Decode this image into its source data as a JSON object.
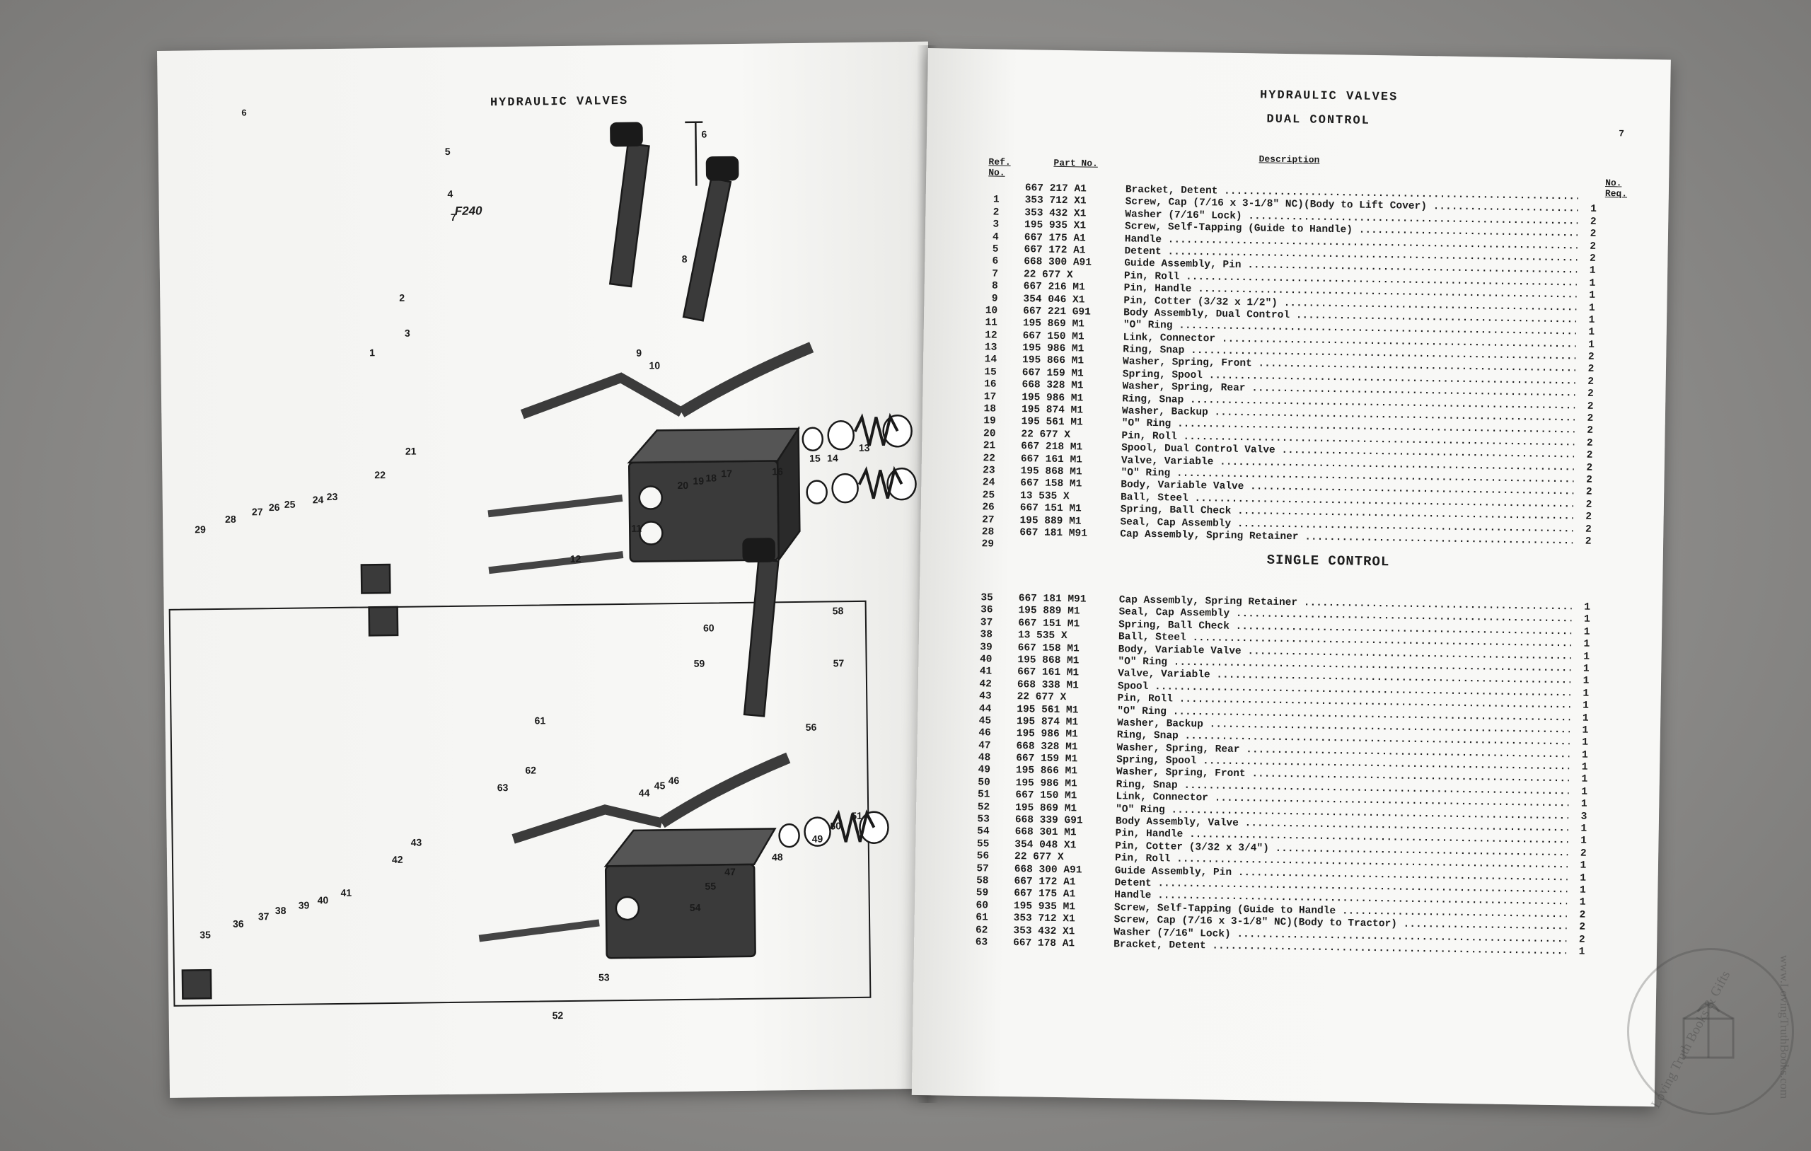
{
  "left_page": {
    "page_number": "6",
    "header": "HYDRAULIC VALVES",
    "figure_label": "F240",
    "callouts": [
      "1",
      "2",
      "3",
      "4",
      "5",
      "6",
      "7",
      "8",
      "9",
      "10",
      "11",
      "12",
      "13",
      "14",
      "15",
      "16",
      "17",
      "18",
      "19",
      "20",
      "21",
      "22",
      "23",
      "24",
      "25",
      "26",
      "27",
      "28",
      "29",
      "35",
      "36",
      "37",
      "38",
      "39",
      "40",
      "41",
      "42",
      "43",
      "44",
      "45",
      "46",
      "47",
      "48",
      "49",
      "50",
      "51",
      "52",
      "53",
      "54",
      "55",
      "56",
      "57",
      "58",
      "59",
      "60",
      "61",
      "62",
      "63"
    ]
  },
  "right_page": {
    "page_number": "7",
    "header": "HYDRAULIC VALVES",
    "subheader": "DUAL CONTROL",
    "col_ref": "Ref. No.",
    "col_part": "Part No.",
    "col_desc": "Description",
    "col_req": "No. Req.",
    "dual_rows": [
      {
        "ref": "",
        "part": "667 217 A1",
        "desc": "Bracket, Detent",
        "req": ""
      },
      {
        "ref": "1",
        "part": "353 712 X1",
        "desc": "Screw, Cap (7/16 x 3-1/8\" NC)(Body to Lift Cover)",
        "req": "1"
      },
      {
        "ref": "2",
        "part": "353 432 X1",
        "desc": "Washer (7/16\" Lock)",
        "req": "2"
      },
      {
        "ref": "3",
        "part": "195 935 X1",
        "desc": "Screw, Self-Tapping (Guide to Handle)",
        "req": "2"
      },
      {
        "ref": "4",
        "part": "667 175 A1",
        "desc": "Handle",
        "req": "2"
      },
      {
        "ref": "5",
        "part": "667 172 A1",
        "desc": "Detent",
        "req": "2"
      },
      {
        "ref": "6",
        "part": "668 300 A91",
        "desc": "Guide Assembly, Pin",
        "req": "1"
      },
      {
        "ref": "7",
        "part": "22 677 X",
        "desc": "Pin, Roll",
        "req": "1"
      },
      {
        "ref": "8",
        "part": "667 216 M1",
        "desc": "Pin, Handle",
        "req": "1"
      },
      {
        "ref": "9",
        "part": "354 046 X1",
        "desc": "Pin, Cotter (3/32 x 1/2\")",
        "req": "1"
      },
      {
        "ref": "10",
        "part": "667 221 G91",
        "desc": "Body Assembly, Dual Control",
        "req": "1"
      },
      {
        "ref": "11",
        "part": "195 869 M1",
        "desc": "\"O\" Ring",
        "req": "1"
      },
      {
        "ref": "12",
        "part": "667 150 M1",
        "desc": "Link, Connector",
        "req": "1"
      },
      {
        "ref": "13",
        "part": "195 986 M1",
        "desc": "Ring, Snap",
        "req": "2"
      },
      {
        "ref": "14",
        "part": "195 866 M1",
        "desc": "Washer, Spring, Front",
        "req": "2"
      },
      {
        "ref": "15",
        "part": "667 159 M1",
        "desc": "Spring, Spool",
        "req": "2"
      },
      {
        "ref": "16",
        "part": "668 328 M1",
        "desc": "Washer, Spring, Rear",
        "req": "2"
      },
      {
        "ref": "17",
        "part": "195 986 M1",
        "desc": "Ring, Snap",
        "req": "2"
      },
      {
        "ref": "18",
        "part": "195 874 M1",
        "desc": "Washer, Backup",
        "req": "2"
      },
      {
        "ref": "19",
        "part": "195 561 M1",
        "desc": "\"O\" Ring",
        "req": "2"
      },
      {
        "ref": "20",
        "part": "22 677 X",
        "desc": "Pin, Roll",
        "req": "2"
      },
      {
        "ref": "21",
        "part": "667 218 M1",
        "desc": "Spool, Dual Control Valve",
        "req": "2"
      },
      {
        "ref": "22",
        "part": "667 161 M1",
        "desc": "Valve, Variable",
        "req": "2"
      },
      {
        "ref": "23",
        "part": "195 868 M1",
        "desc": "\"O\" Ring",
        "req": "2"
      },
      {
        "ref": "24",
        "part": "667 158 M1",
        "desc": "Body, Variable Valve",
        "req": "2"
      },
      {
        "ref": "25",
        "part": "13 535 X",
        "desc": "Ball, Steel",
        "req": "2"
      },
      {
        "ref": "26",
        "part": "667 151 M1",
        "desc": "Spring, Ball Check",
        "req": "2"
      },
      {
        "ref": "27",
        "part": "195 889 M1",
        "desc": "Seal, Cap Assembly",
        "req": "2"
      },
      {
        "ref": "28",
        "part": "667 181 M91",
        "desc": "Cap Assembly, Spring Retainer",
        "req": "2"
      },
      {
        "ref": "29",
        "part": "",
        "desc": "",
        "req": ""
      }
    ],
    "single_title": "SINGLE CONTROL",
    "single_rows": [
      {
        "ref": "35",
        "part": "667 181 M91",
        "desc": "Cap Assembly, Spring Retainer",
        "req": "1"
      },
      {
        "ref": "36",
        "part": "195 889 M1",
        "desc": "Seal, Cap Assembly",
        "req": "1"
      },
      {
        "ref": "37",
        "part": "667 151 M1",
        "desc": "Spring, Ball Check",
        "req": "1"
      },
      {
        "ref": "38",
        "part": "13 535 X",
        "desc": "Ball, Steel",
        "req": "1"
      },
      {
        "ref": "39",
        "part": "667 158 M1",
        "desc": "Body, Variable Valve",
        "req": "1"
      },
      {
        "ref": "40",
        "part": "195 868 M1",
        "desc": "\"O\" Ring",
        "req": "1"
      },
      {
        "ref": "41",
        "part": "667 161 M1",
        "desc": "Valve, Variable",
        "req": "1"
      },
      {
        "ref": "42",
        "part": "668 338 M1",
        "desc": "Spool",
        "req": "1"
      },
      {
        "ref": "43",
        "part": "22 677 X",
        "desc": "Pin, Roll",
        "req": "1"
      },
      {
        "ref": "44",
        "part": "195 561 M1",
        "desc": "\"O\" Ring",
        "req": "1"
      },
      {
        "ref": "45",
        "part": "195 874 M1",
        "desc": "Washer, Backup",
        "req": "1"
      },
      {
        "ref": "46",
        "part": "195 986 M1",
        "desc": "Ring, Snap",
        "req": "1"
      },
      {
        "ref": "47",
        "part": "668 328 M1",
        "desc": "Washer, Spring, Rear",
        "req": "1"
      },
      {
        "ref": "48",
        "part": "667 159 M1",
        "desc": "Spring, Spool",
        "req": "1"
      },
      {
        "ref": "49",
        "part": "195 866 M1",
        "desc": "Washer, Spring, Front",
        "req": "1"
      },
      {
        "ref": "50",
        "part": "195 986 M1",
        "desc": "Ring, Snap",
        "req": "1"
      },
      {
        "ref": "51",
        "part": "667 150 M1",
        "desc": "Link, Connector",
        "req": "1"
      },
      {
        "ref": "52",
        "part": "195 869 M1",
        "desc": "\"O\" Ring",
        "req": "3"
      },
      {
        "ref": "53",
        "part": "668 339 G91",
        "desc": "Body Assembly, Valve",
        "req": "1"
      },
      {
        "ref": "54",
        "part": "668 301 M1",
        "desc": "Pin, Handle",
        "req": "1"
      },
      {
        "ref": "55",
        "part": "354 048 X1",
        "desc": "Pin, Cotter (3/32 x 3/4\")",
        "req": "2"
      },
      {
        "ref": "56",
        "part": "22 677 X",
        "desc": "Pin, Roll",
        "req": "1"
      },
      {
        "ref": "57",
        "part": "668 300 A91",
        "desc": "Guide Assembly, Pin",
        "req": "1"
      },
      {
        "ref": "58",
        "part": "667 172 A1",
        "desc": "Detent",
        "req": "1"
      },
      {
        "ref": "59",
        "part": "667 175 A1",
        "desc": "Handle",
        "req": "1"
      },
      {
        "ref": "60",
        "part": "195 935 M1",
        "desc": "Screw, Self-Tapping (Guide to Handle",
        "req": "2"
      },
      {
        "ref": "61",
        "part": "353 712 X1",
        "desc": "Screw, Cap (7/16 x 3-1/8\" NC)(Body to Tractor)",
        "req": "2"
      },
      {
        "ref": "62",
        "part": "353 432 X1",
        "desc": "Washer (7/16\" Lock)",
        "req": "2"
      },
      {
        "ref": "63",
        "part": "667 178 A1",
        "desc": "Bracket, Detent",
        "req": "1"
      }
    ]
  },
  "watermark": {
    "text_arc": "Loving Truth Books & Gifts",
    "url": "www.LovingTruthBooks.com"
  }
}
